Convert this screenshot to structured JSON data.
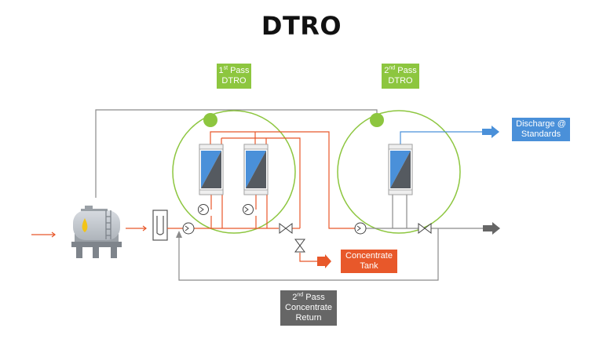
{
  "title": "DTRO",
  "labels": {
    "pass1": {
      "sup": "st",
      "line1_pre": "1",
      "line1_post": " Pass",
      "line2": "DTRO"
    },
    "pass2": {
      "sup": "nd",
      "line1_pre": "2",
      "line1_post": " Pass",
      "line2": "DTRO"
    },
    "discharge": {
      "line1": "Discharge @",
      "line2": "Standards"
    },
    "concentrate_tank": {
      "line1": "Concentrate",
      "line2": "Tank"
    },
    "return": {
      "sup": "nd",
      "line1_pre": "2",
      "line1_post": " Pass",
      "line2": "Concentrate",
      "line3": "Return"
    }
  },
  "icons": [
    "feed-tank-icon",
    "cartridge-filter-icon",
    "pump-icon",
    "valve-icon",
    "membrane-module-icon",
    "arrow-icon"
  ],
  "colors": {
    "green": "#8dc63f",
    "blue": "#4a90d9",
    "orange": "#e8582a",
    "grey": "#666666",
    "membrane_dark": "#555a60",
    "line_grey": "#8a8a8a"
  }
}
